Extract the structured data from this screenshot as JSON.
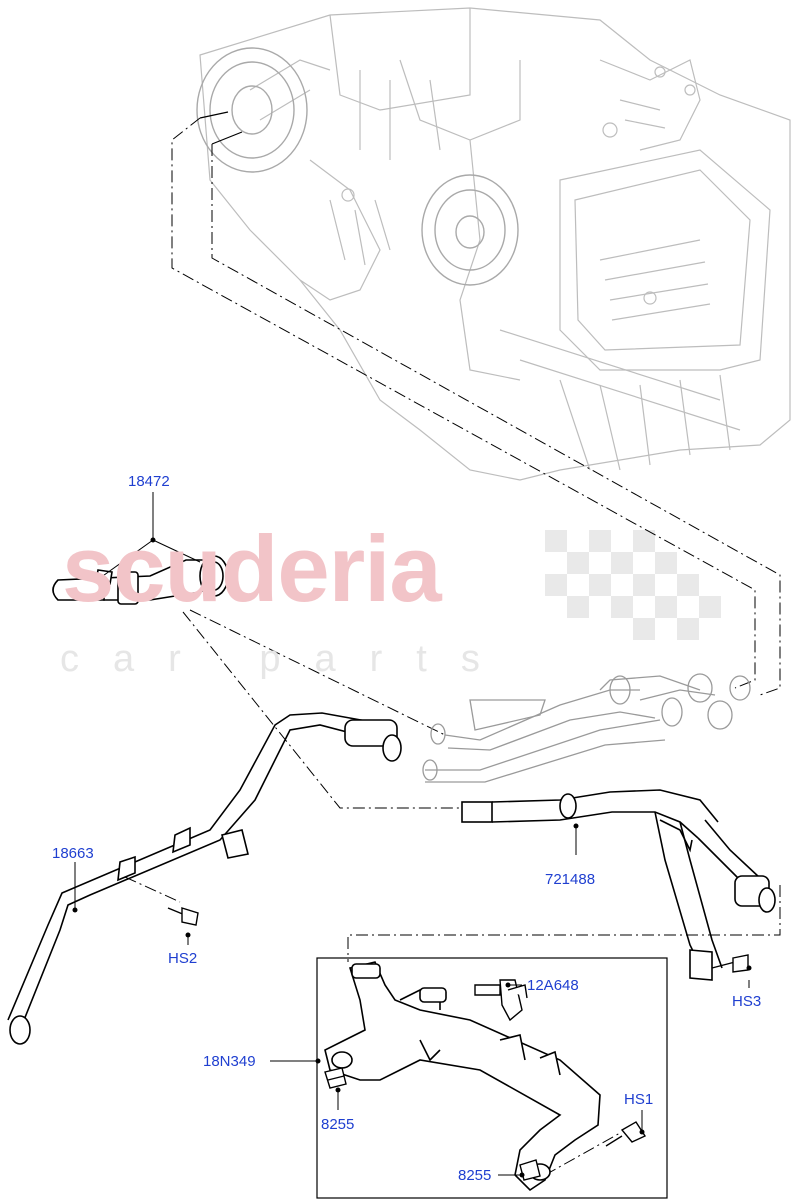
{
  "watermark": {
    "brand": "scuderia",
    "tagline": "car parts",
    "color": "#f2c4c8"
  },
  "callouts": {
    "c18472": "18472",
    "c18663": "18663",
    "cHS2": "HS2",
    "c721488": "721488",
    "cHS3": "HS3",
    "c12A648": "12A648",
    "c18N349": "18N349",
    "c8255_top": "8255",
    "cHS1": "HS1",
    "c8255_bottom": "8255"
  },
  "colors": {
    "callout": "#1f3fd0",
    "line": "#000000",
    "ghost": "#b9b9b9"
  }
}
